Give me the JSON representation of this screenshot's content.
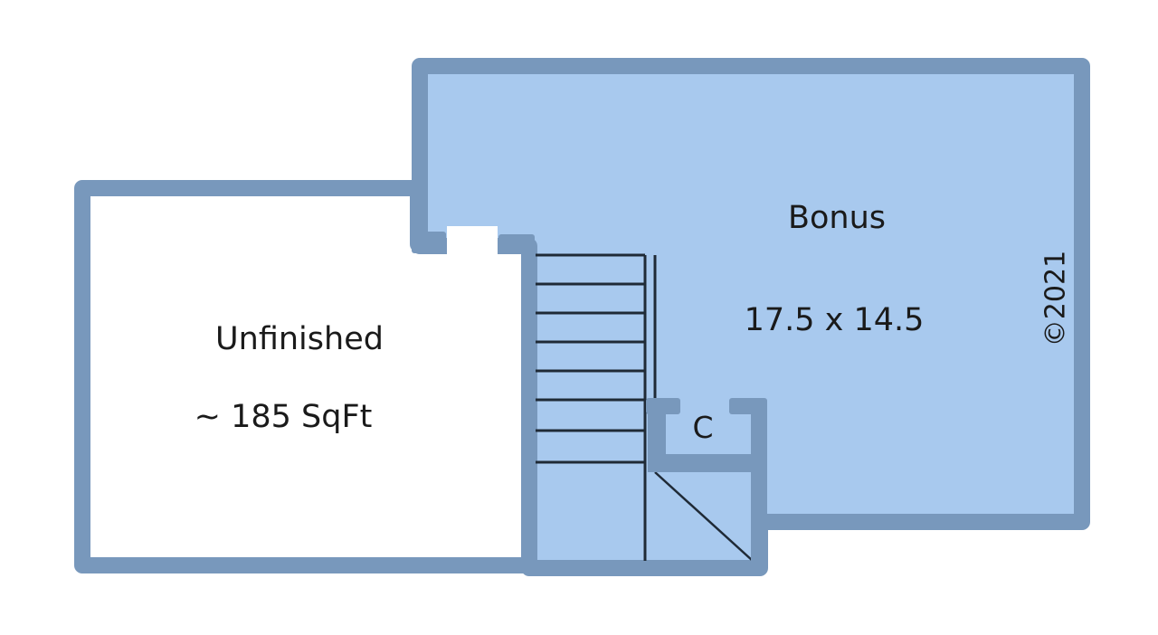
{
  "rooms": {
    "bonus": {
      "name": "Bonus",
      "dimensions": "17.5 x 14.5"
    },
    "unfinished": {
      "name": "Unfinished",
      "area": "~ 185 SqFt"
    },
    "closet": {
      "name": "C"
    }
  },
  "copyright": "©2021",
  "colors": {
    "wall": "#7898bc",
    "finished_floor": "#a8c9ee",
    "unfinished_floor": "#ffffff",
    "stair_line": "#1f2a36"
  }
}
